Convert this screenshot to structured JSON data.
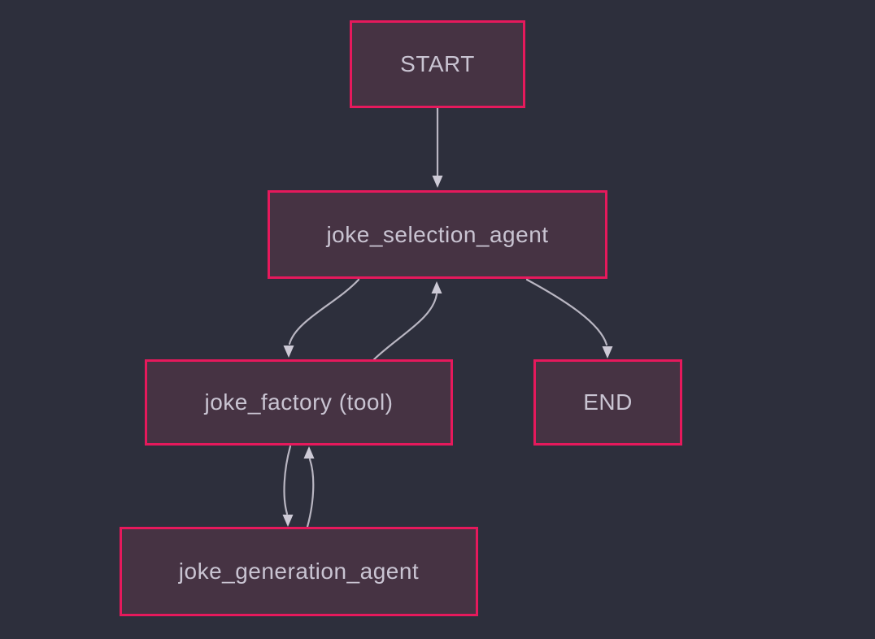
{
  "diagram": {
    "type": "agent-graph",
    "colors": {
      "background": "#2d2f3c",
      "node_fill": "#463343",
      "node_border": "#e6195c",
      "node_text": "#c9c4d2",
      "edge": "#b9b6c2",
      "arrowhead": "#cdcad6"
    },
    "nodes": [
      {
        "id": "start",
        "label": "START"
      },
      {
        "id": "joke_selection_agent",
        "label": "joke_selection_agent"
      },
      {
        "id": "joke_factory",
        "label": "joke_factory (tool)"
      },
      {
        "id": "end",
        "label": "END"
      },
      {
        "id": "joke_generation_agent",
        "label": "joke_generation_agent"
      }
    ],
    "edges": [
      {
        "from": "start",
        "to": "joke_selection_agent"
      },
      {
        "from": "joke_selection_agent",
        "to": "joke_factory"
      },
      {
        "from": "joke_factory",
        "to": "joke_selection_agent"
      },
      {
        "from": "joke_selection_agent",
        "to": "end"
      },
      {
        "from": "joke_factory",
        "to": "joke_generation_agent"
      },
      {
        "from": "joke_generation_agent",
        "to": "joke_factory"
      }
    ]
  }
}
